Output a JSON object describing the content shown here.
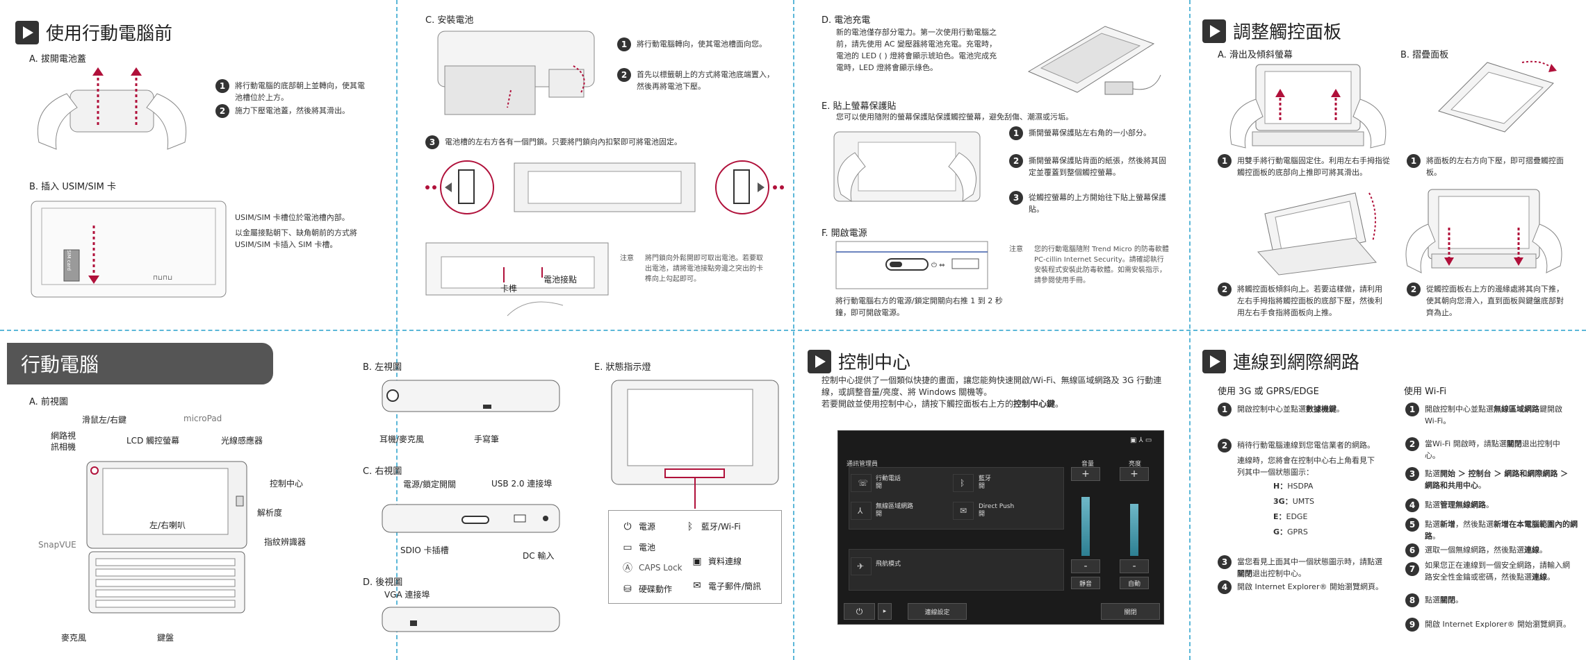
{
  "sec1": {
    "title": "使用行動電腦前",
    "a": "A.  拔開電池蓋",
    "a1": "將行動電腦的底部朝上並轉向，使其電池槽位於上方。",
    "a2": "施力下壓電池蓋，然後將其滑出。",
    "b": "B.  插入 USIM/SIM 卡",
    "b1": "USIM/SIM 卡槽位於電池槽內部。",
    "b2": "以金屬接點朝下、缺角朝前的方式將 USIM/SIM 卡插入 SIM 卡槽。",
    "simcard": "SIM card"
  },
  "sec2": {
    "c": "C.  安裝電池",
    "c1": "將行動電腦轉向，使其電池槽面向您。",
    "c2": "首先以標籤朝上的方式將電池底端置入，然後再將電池下壓。",
    "c3": "電池槽的左右方各有一個門鎖。只要將門鎖向內扣緊即可將電池固定。",
    "latch": "卡榫",
    "contact": "電池接點",
    "note_label": "注意",
    "note": "將門鎖向外鬆開即可取出電池。若要取出電池，請將電池接點旁邊之突出的卡榫向上勾起即可。"
  },
  "sec3": {
    "d": "D.  電池充電",
    "d1": "新的電池僅存部分電力。第一次使用行動電腦之前，請先使用 AC 變壓器將電池充電。充電時，電池的 LED (     ) 燈將會顯示琥珀色。電池完成充電時，LED 燈將會顯示綠色。",
    "e": "E.  貼上螢幕保護貼",
    "e0": "您可以使用隨附的螢幕保護貼保護觸控螢幕，避免刮傷、潮濕或污垢。",
    "e1": "撕開螢幕保護貼左右角的一小部分。",
    "e2": "撕開螢幕保護貼背面的紙張，然後將其固定並覆蓋到整個觸控螢幕。",
    "e3": "從觸控螢幕的上方開始往下貼上螢幕保護貼。",
    "f": "F.  開啟電源",
    "f1": "將行動電腦右方的電源/鎖定開關向右推 1 到 2 秒鐘，即可開啟電源。",
    "note_label": "注意",
    "note": "您的行動電腦隨附 Trend Micro 的防毒軟體 PC-cillin Internet Security。請確認執行安裝程式安裝此防毒軟體。如需安裝指示，請參閱使用手冊。"
  },
  "sec4": {
    "title": "調整觸控面板",
    "a": "A.  滑出及傾斜螢幕",
    "b": "B.  摺疊面板",
    "a1": "用雙手將行動電腦固定住。利用左右手拇指從觸控面板的底部向上推即可將其滑出。",
    "a2": "將觸控面板傾斜向上。若要這樣做，請利用左右手拇指將觸控面板的底部下壓，然後利用左右手食指將面板向上推。",
    "b1": "將面板的左右方向下壓，即可摺疊觸控面板。",
    "b2": "從觸控面板右上方的邊緣處將其向下推，使其朝向您滑入，直到面板與鍵盤底部對齊為止。"
  },
  "sec5": {
    "title": "行動電腦",
    "a": "A.  前視圖",
    "labels": {
      "cam": "網路視訊相機",
      "mouse": "滑鼠左/右鍵",
      "lcd": "LCD 觸控螢幕",
      "micropad": "microPad",
      "light": "光線感應器",
      "cc": "控制中心",
      "res": "解析度",
      "speaker": "左/右喇叭",
      "snap": "SnapVUE",
      "finger": "指紋辨識器",
      "mic": "麥克風",
      "kb": "鍵盤"
    }
  },
  "sec6": {
    "b": "B.  左視圖",
    "b_ear": "耳機/麥克風",
    "b_pen": "手寫筆",
    "c": "C.  右視圖",
    "c_pwr": "電源/鎖定開關",
    "c_usb": "USB 2.0 連接埠",
    "c_sdio": "SDIO 卡插槽",
    "c_dc": "DC 輸入",
    "d": "D.  後視圖",
    "d_vga": "VGA 連接埠",
    "e": "E.  狀態指示燈",
    "leds": [
      "電源",
      "藍牙/Wi-Fi",
      "電池",
      "CAPS Lock",
      "資料連線",
      "硬碟動作",
      "電子郵件/簡訊"
    ]
  },
  "sec7": {
    "title": "控制中心",
    "p1": "控制中心提供了一個類似快捷的畫面，讓您能夠快速開啟/Wi-Fi、無線區域網路及 3G 行動連線，或調整音量/亮度、將 Windows 關機等。",
    "p2_a": "若要開啟並使用控制中心，請按下觸控面板右上方的",
    "p2_b": "控制中心鍵",
    "p2_c": "。",
    "cc": {
      "section": "通訊管理員",
      "phone": "行動電話\n開",
      "wifi": "無線區域網路\n開",
      "bt": "藍牙\n開",
      "push": "Direct Push\n開",
      "flight": "飛航模式",
      "vol": "音量",
      "bright": "亮度",
      "mute": "靜音",
      "auto": "自動",
      "settings": "連線設定",
      "close": "關閉"
    }
  },
  "sec8": {
    "title": "連線到網際網路",
    "left_head": "使用 3G 或 GPRS/EDGE",
    "right_head": "使用  Wi-Fi",
    "l1a": "開啟控制中心並點選",
    "l1b": "數據機鍵",
    "l1c": "。",
    "l2": "稍待行動電腦連線到您電信業者的網路。",
    "l2b": "連線時，您將會在控制中心右上角看見下列其中一個狀態圖示：",
    "status": [
      [
        "H：",
        "HSDPA"
      ],
      [
        "3G：",
        "UMTS"
      ],
      [
        "E：",
        "EDGE"
      ],
      [
        "G：",
        "GPRS"
      ]
    ],
    "l3a": "當您看見上面其中一個狀態圖示時，請點選",
    "l3b": "關閉",
    "l3c": "退出控制中心。",
    "l4": "開啟 Internet Explorer® 開始瀏覽網頁。",
    "r1a": "開啟控制中心並點選",
    "r1b": "無線區域網路",
    "r1c": "鍵開啟  Wi-Fi。",
    "r2a": "當Wi-Fi 開啟時，請點選",
    "r2b": "關閉",
    "r2c": "退出控制中心。",
    "r3a": "點選",
    "r3b": "開始 ＞ 控制台 ＞ 網路和網際網路 ＞ 網路和共用中心",
    "r3c": "。",
    "r4a": "點選",
    "r4b": "管理無線網路",
    "r4c": "。",
    "r5a": "點選",
    "r5b": "新增",
    "r5c": "，然後點選",
    "r5d": "新增在本電腦範圍內的網路",
    "r5e": "。",
    "r6a": "選取一個無線網路，然後點選",
    "r6b": "連線",
    "r6c": "。",
    "r7a": "如果您正在連線到一個安全網路，請輸入網路安全性金鑰或密碼，然後點選",
    "r7b": "連線",
    "r7c": "。",
    "r8a": "點選",
    "r8b": "關閉",
    "r8c": "。",
    "r9": "開啟 Internet Explorer® 開始瀏覽網頁。"
  }
}
